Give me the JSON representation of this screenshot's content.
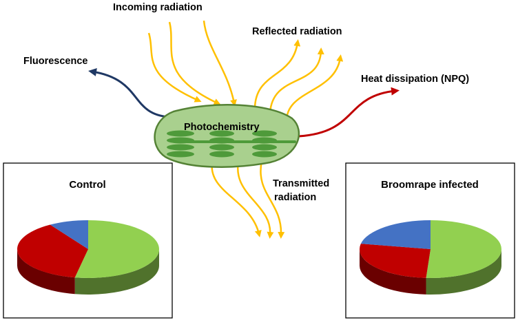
{
  "labels": {
    "incoming": "Incoming radiation",
    "reflected": "Reflected radiation",
    "fluorescence": "Fluorescence",
    "heat": "Heat dissipation (NPQ)",
    "photochemistry": "Photochemistry",
    "transmitted_line1": "Transmitted",
    "transmitted_line2": "radiation"
  },
  "colors": {
    "light": "#FFC000",
    "fluorescence": "#1F3864",
    "heat": "#C00000",
    "chloroplast_fill": "#A9D08E",
    "chloroplast_stroke": "#548235",
    "thylakoid": "#4E9A3A"
  },
  "chart_data": [
    {
      "type": "pie",
      "title": "Control",
      "slices": [
        {
          "color": "#92D050",
          "value": 53
        },
        {
          "color": "#C00000",
          "value": 38
        },
        {
          "color": "#4472C4",
          "value": 9
        }
      ]
    },
    {
      "type": "pie",
      "title": "Broomrape infected",
      "slices": [
        {
          "color": "#92D050",
          "value": 51
        },
        {
          "color": "#C00000",
          "value": 27
        },
        {
          "color": "#4472C4",
          "value": 22
        }
      ]
    }
  ]
}
